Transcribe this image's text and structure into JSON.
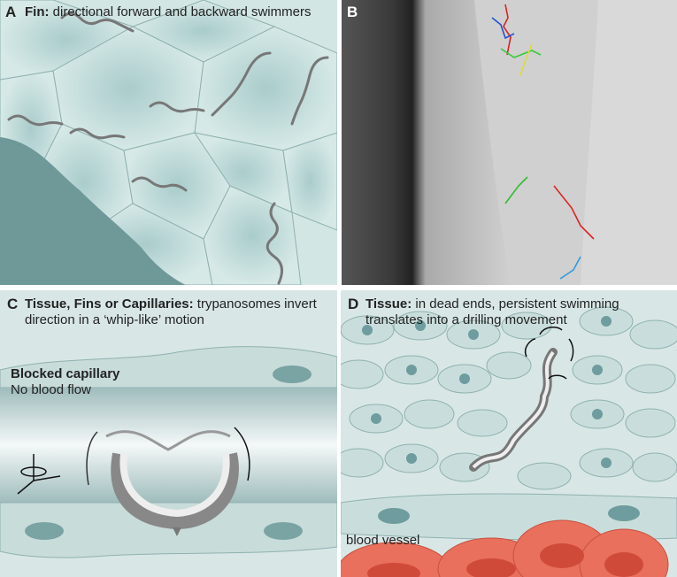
{
  "panels": {
    "a": {
      "letter": "A",
      "title_bold": "Fin:",
      "title_rest": " directional forward and backward swimmers"
    },
    "b": {
      "letter": "B"
    },
    "c": {
      "letter": "C",
      "title_bold": "Tissue, Fins or Capillaries:",
      "title_rest": " trypanosomes invert direction in a ‘whip-like’ motion",
      "label_blocked": "Blocked capillary",
      "label_noflow": "No blood flow"
    },
    "d": {
      "letter": "D",
      "title_bold": "Tissue:",
      "title_rest": " in dead ends, persistent swimming translates into a drilling movement",
      "label_vessel": "blood vessel"
    }
  },
  "colors": {
    "tissue": "#d7e8e6",
    "cell": "#c9dedc",
    "nucleus": "#6f9c9e",
    "fin_edge": "#6a9294",
    "blood": "#e8705c"
  }
}
